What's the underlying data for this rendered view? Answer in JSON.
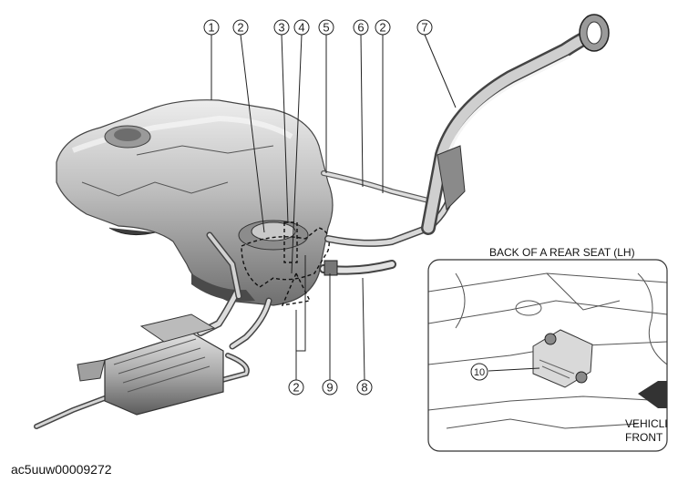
{
  "callouts": {
    "c1": "1",
    "c2a": "2",
    "c3": "3",
    "c4": "4",
    "c5": "5",
    "c6": "6",
    "c2b": "2",
    "c7": "7",
    "c2c": "2",
    "c9": "9",
    "c8": "8",
    "c10": "10"
  },
  "inset": {
    "title": "BACK OF A REAR SEAT (LH)",
    "vehicle_line1": "VEHICLE",
    "vehicle_line2": "FRONT"
  },
  "reference_code": "ac5uuw00009272",
  "colors": {
    "metal_light": "#e6e6e6",
    "metal_mid": "#b9b9b9",
    "metal_dark": "#7a7a7a",
    "line": "#333333"
  }
}
